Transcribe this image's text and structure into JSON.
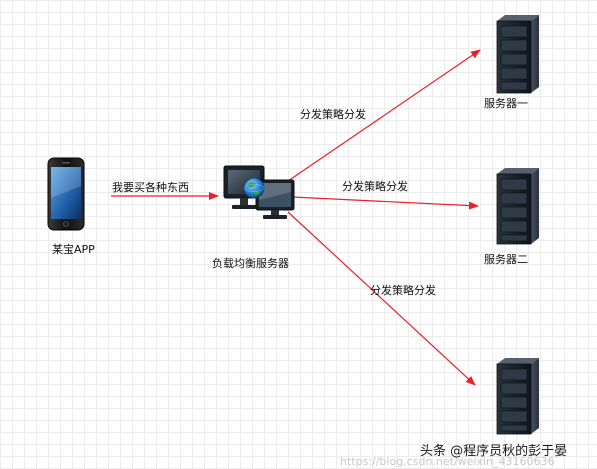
{
  "nodes": {
    "client": {
      "label": "某宝APP"
    },
    "balancer": {
      "label": "负载均衡服务器"
    },
    "server_1": {
      "label": "服务器一"
    },
    "server_2": {
      "label": "服务器二"
    },
    "server_3": {
      "label": ""
    }
  },
  "edges": {
    "request": {
      "label": "我要买各种东西"
    },
    "to_server_1": {
      "label": "分发策略分发"
    },
    "to_server_2": {
      "label": "分发策略分发"
    },
    "to_server_3": {
      "label": "分发策略分发"
    }
  },
  "colors": {
    "arrow": "#e8202a"
  },
  "watermark": {
    "attribution": "头条 @程序员秋的彭于晏",
    "url": "https://blog.csdn.net/weixin_43160636"
  }
}
